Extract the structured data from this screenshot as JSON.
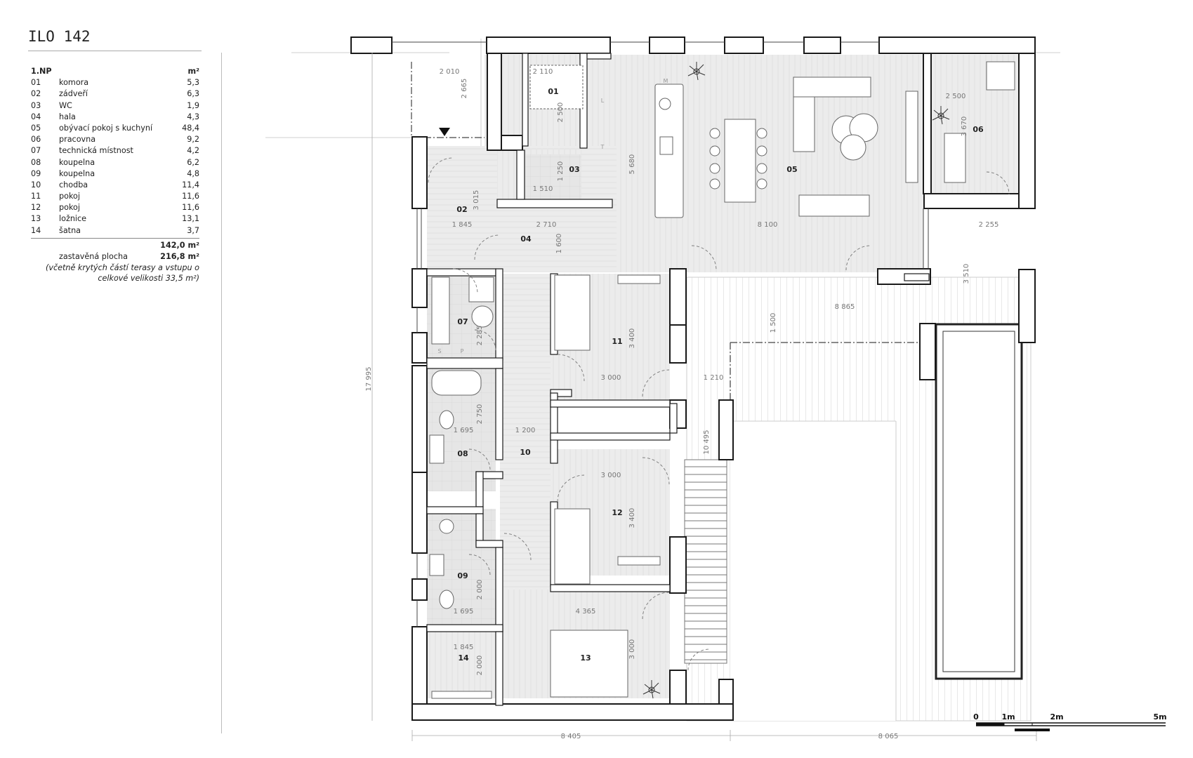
{
  "title": "ILO 142",
  "schedule": {
    "floor": "1.NP",
    "unit_header": "m²",
    "rooms": [
      {
        "no": "01",
        "name": "komora",
        "area": "5,3"
      },
      {
        "no": "02",
        "name": "zádveří",
        "area": "6,3"
      },
      {
        "no": "03",
        "name": "WC",
        "area": "1,9"
      },
      {
        "no": "04",
        "name": "hala",
        "area": "4,3"
      },
      {
        "no": "05",
        "name": "obývací pokoj s kuchyní",
        "area": "48,4"
      },
      {
        "no": "06",
        "name": "pracovna",
        "area": "9,2"
      },
      {
        "no": "07",
        "name": "technická místnost",
        "area": "4,2"
      },
      {
        "no": "08",
        "name": "koupelna",
        "area": "6,2"
      },
      {
        "no": "09",
        "name": "koupelna",
        "area": "4,8"
      },
      {
        "no": "10",
        "name": "chodba",
        "area": "11,4"
      },
      {
        "no": "11",
        "name": "pokoj",
        "area": "11,6"
      },
      {
        "no": "12",
        "name": "pokoj",
        "area": "11,6"
      },
      {
        "no": "13",
        "name": "ložnice",
        "area": "13,1"
      },
      {
        "no": "14",
        "name": "šatna",
        "area": "3,7"
      }
    ],
    "total": "142,0 m²",
    "built_area_label": "zastavěná plocha",
    "built_area_value": "216,8 m²",
    "note": "(včetně krytých částí terasy a vstupu o celkové velikosti 33,5 m²)"
  },
  "plan": {
    "room_labels": [
      "01",
      "02",
      "03",
      "04",
      "05",
      "06",
      "07",
      "08",
      "09",
      "10",
      "11",
      "12",
      "13",
      "14"
    ],
    "dimensions": [
      "2 010",
      "2 665",
      "2 110",
      "2 500",
      "1 250",
      "1 510",
      "5 680",
      "3 015",
      "1 845",
      "2 710",
      "1 600",
      "8 100",
      "2 255",
      "2 500",
      "3 670",
      "3 510",
      "8 865",
      "1 500",
      "2 285",
      "3 400",
      "3 000",
      "1 210",
      "2 750",
      "1 695",
      "1 200",
      "10 495",
      "3 000",
      "3 400",
      "2 000",
      "1 695",
      "4 365",
      "1 845",
      "2 000",
      "3 000",
      "17 995",
      "8 405",
      "8 065"
    ],
    "kitchen_marks": [
      "M",
      "L",
      "T"
    ],
    "utility_marks": [
      "S",
      "P"
    ]
  },
  "scale_bar": {
    "labels": [
      "0",
      "1m",
      "2m",
      "5m"
    ]
  },
  "colors": {
    "wall": "#ffffff",
    "wall_stroke": "#1a1a1a",
    "floor": "#ececec",
    "dim_text": "#777777",
    "label_text": "#222222"
  }
}
